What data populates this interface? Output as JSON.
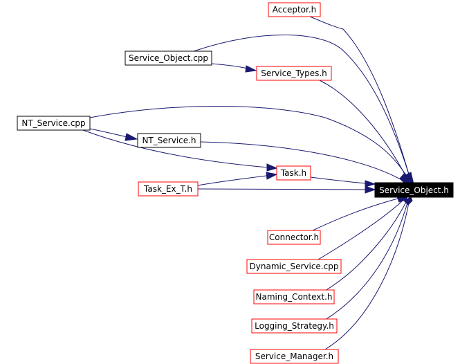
{
  "nodes": {
    "acceptor_h": {
      "label": "Acceptor.h",
      "border": "#ff0000"
    },
    "service_object_cpp": {
      "label": "Service_Object.cpp",
      "border": "#000000"
    },
    "service_types_h": {
      "label": "Service_Types.h",
      "border": "#ff0000"
    },
    "nt_service_cpp": {
      "label": "NT_Service.cpp",
      "border": "#000000"
    },
    "nt_service_h": {
      "label": "NT_Service.h",
      "border": "#000000"
    },
    "task_h": {
      "label": "Task.h",
      "border": "#ff0000"
    },
    "task_ex_t_h": {
      "label": "Task_Ex_T.h",
      "border": "#ff0000"
    },
    "service_object_h": {
      "label": "Service_Object.h",
      "fill": "#000000"
    },
    "connector_h": {
      "label": "Connector.h",
      "border": "#ff0000"
    },
    "dynamic_service_cpp": {
      "label": "Dynamic_Service.cpp",
      "border": "#ff0000"
    },
    "naming_context_h": {
      "label": "Naming_Context.h",
      "border": "#ff0000"
    },
    "logging_strategy_h": {
      "label": "Logging_Strategy.h",
      "border": "#ff0000"
    },
    "service_manager_h": {
      "label": "Service_Manager.h",
      "border": "#ff0000"
    }
  },
  "edge_color": "#191970"
}
